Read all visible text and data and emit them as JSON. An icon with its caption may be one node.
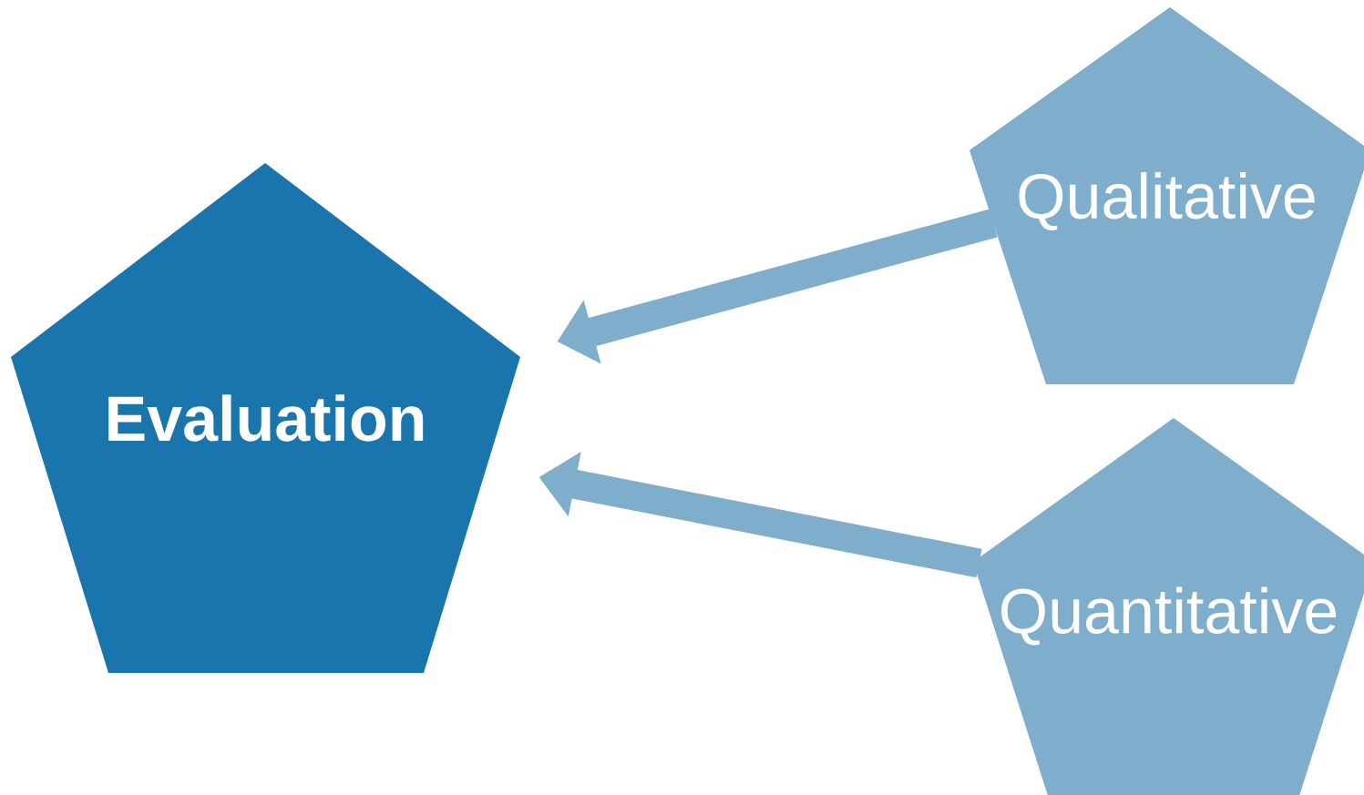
{
  "diagram": {
    "nodes": [
      {
        "text": [
          "Evaluation"
        ]
      },
      {
        "text": [
          "Qualitative"
        ]
      },
      {
        "text": [
          "Quantitative"
        ]
      }
    ],
    "edges": [
      {
        "from": 1,
        "to": 0,
        "arrow": "to"
      },
      {
        "from": 2,
        "to": 0,
        "arrow": "to"
      }
    ]
  }
}
